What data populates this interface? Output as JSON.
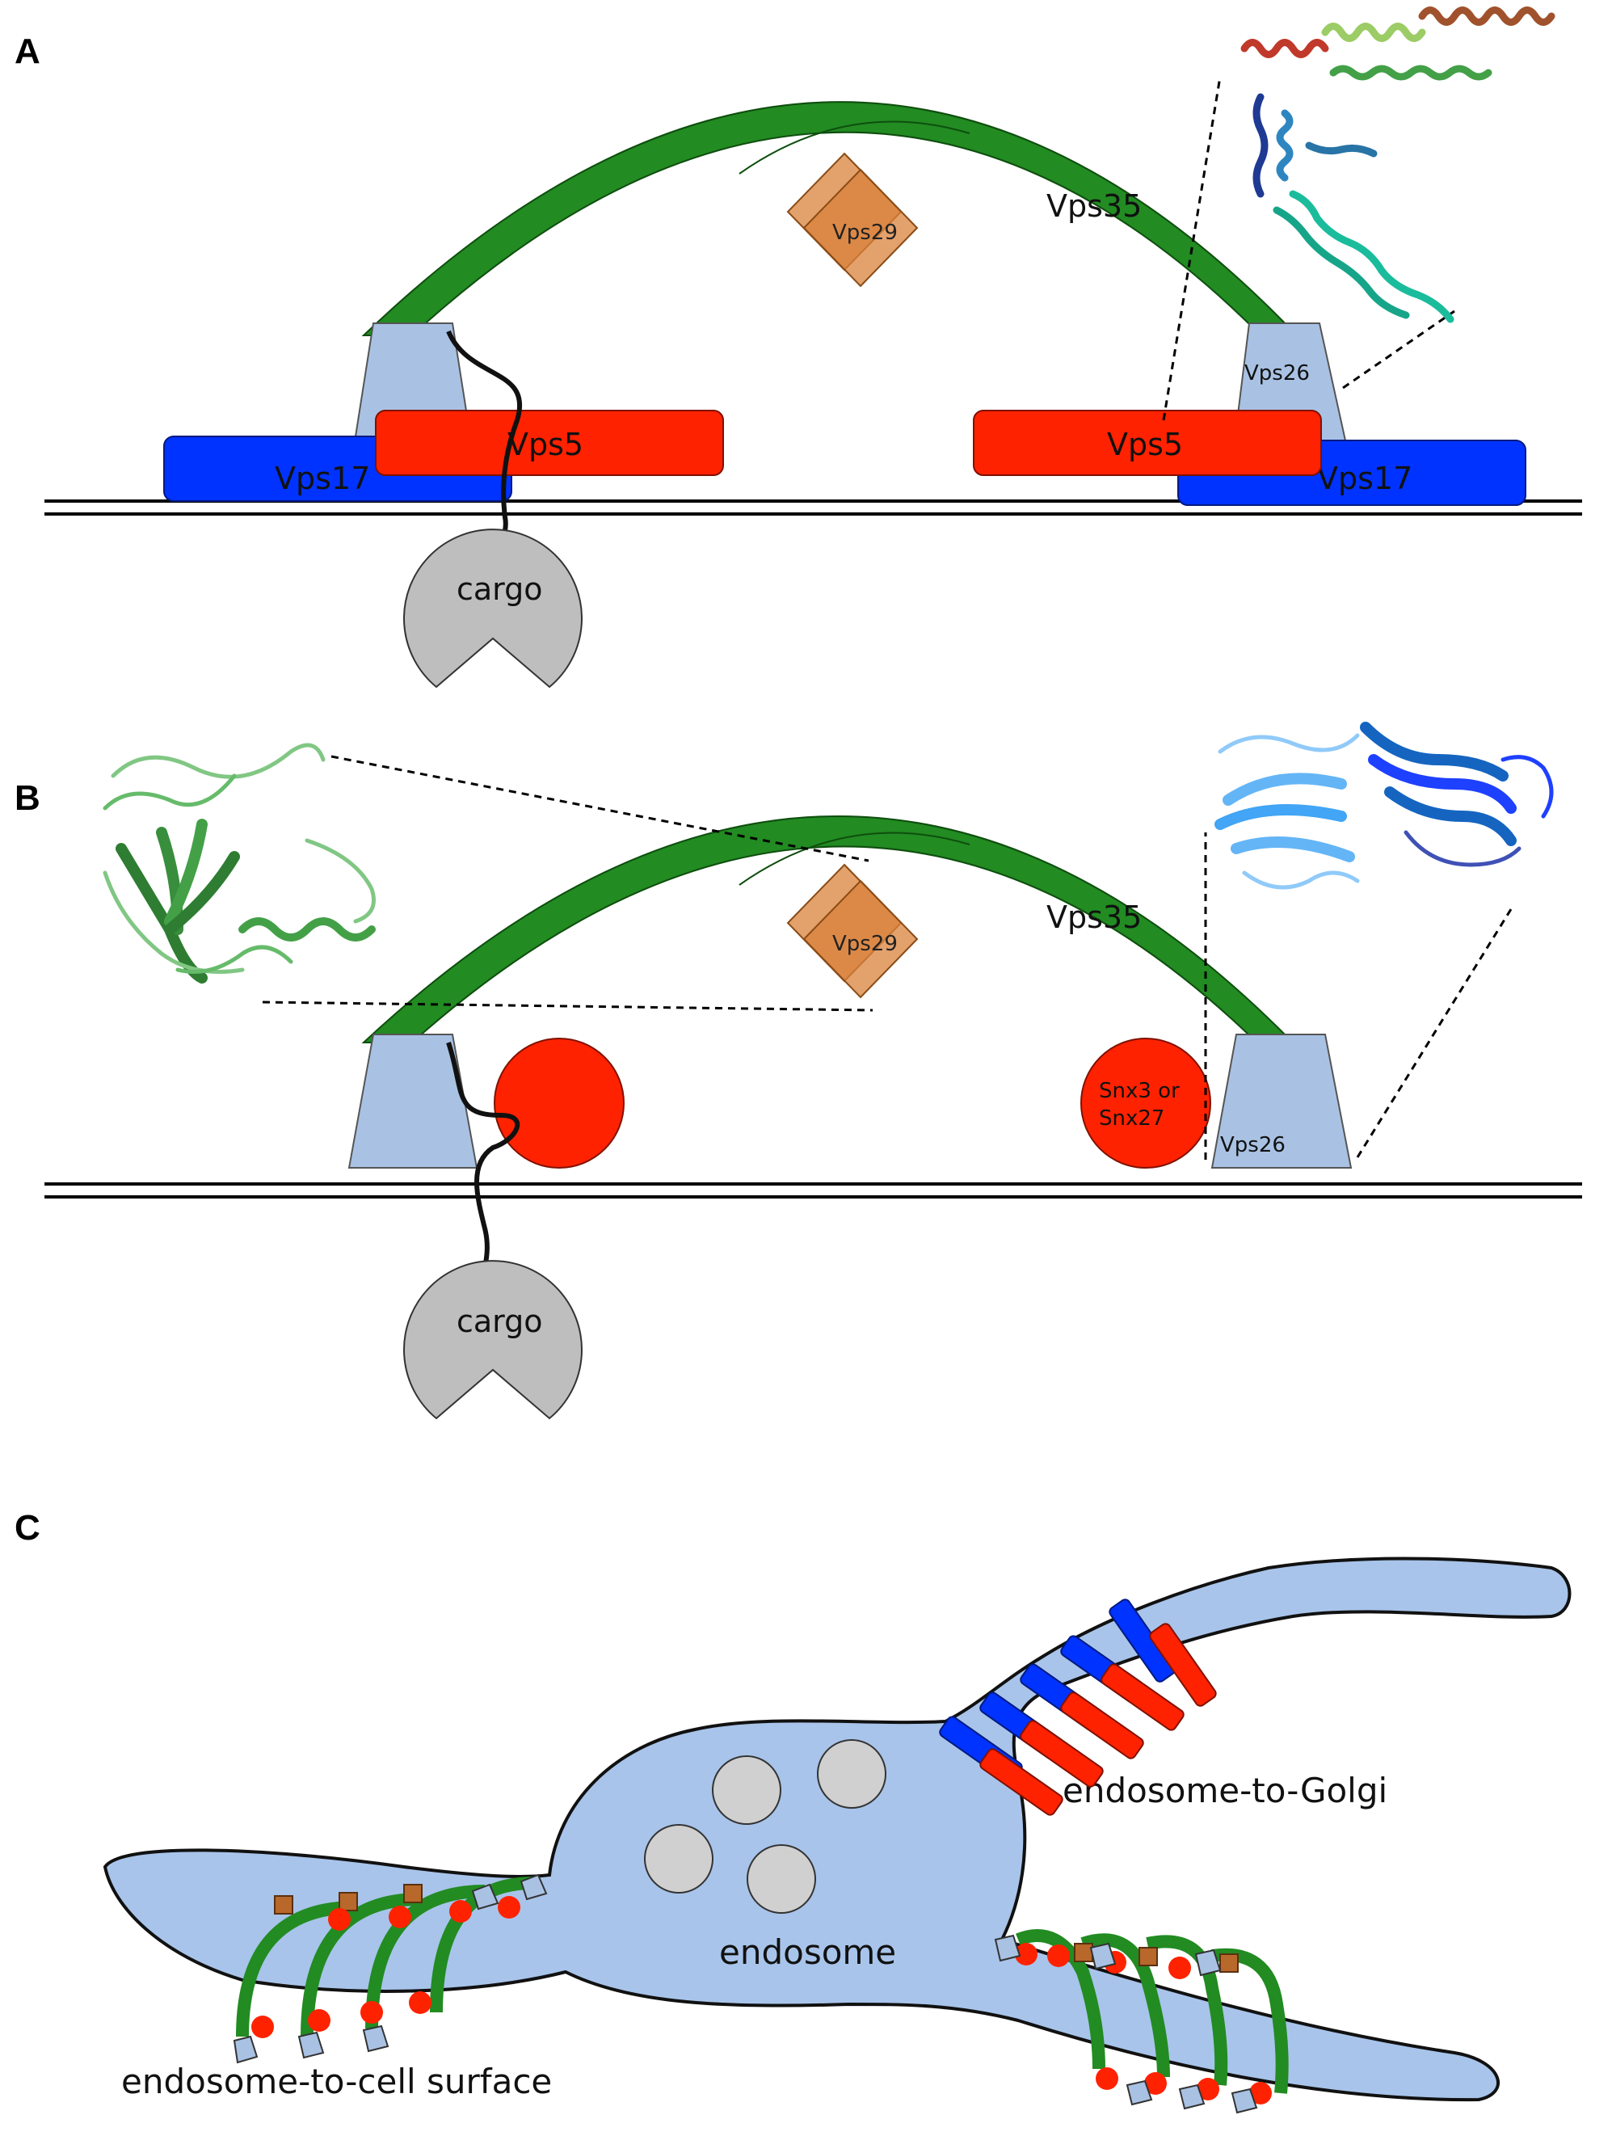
{
  "panels": {
    "a": {
      "letter": "A",
      "vps35": "Vps35",
      "vps29": "Vps29",
      "vps26": "Vps26",
      "vps5_left": "Vps5",
      "vps5_right": "Vps5",
      "vps17_left": "Vps17",
      "vps17_right": "Vps17",
      "cargo": "cargo"
    },
    "b": {
      "letter": "B",
      "vps35": "Vps35",
      "vps29": "Vps29",
      "vps26": "Vps26",
      "snx_line1": "Snx3 or",
      "snx_line2": "Snx27",
      "cargo": "cargo"
    },
    "c": {
      "letter": "C",
      "endosome": "endosome",
      "to_golgi": "endosome-to-Golgi",
      "to_surface": "endosome-to-cell surface"
    }
  },
  "colors": {
    "vps35": "#228B22",
    "vps29": "#D9823B",
    "vps26": "#A9C2E4",
    "vps5": "#FF2200",
    "vps17": "#0033FF",
    "cargo": "#BEBEBE",
    "membrane_fill": "#A8C4EA"
  }
}
